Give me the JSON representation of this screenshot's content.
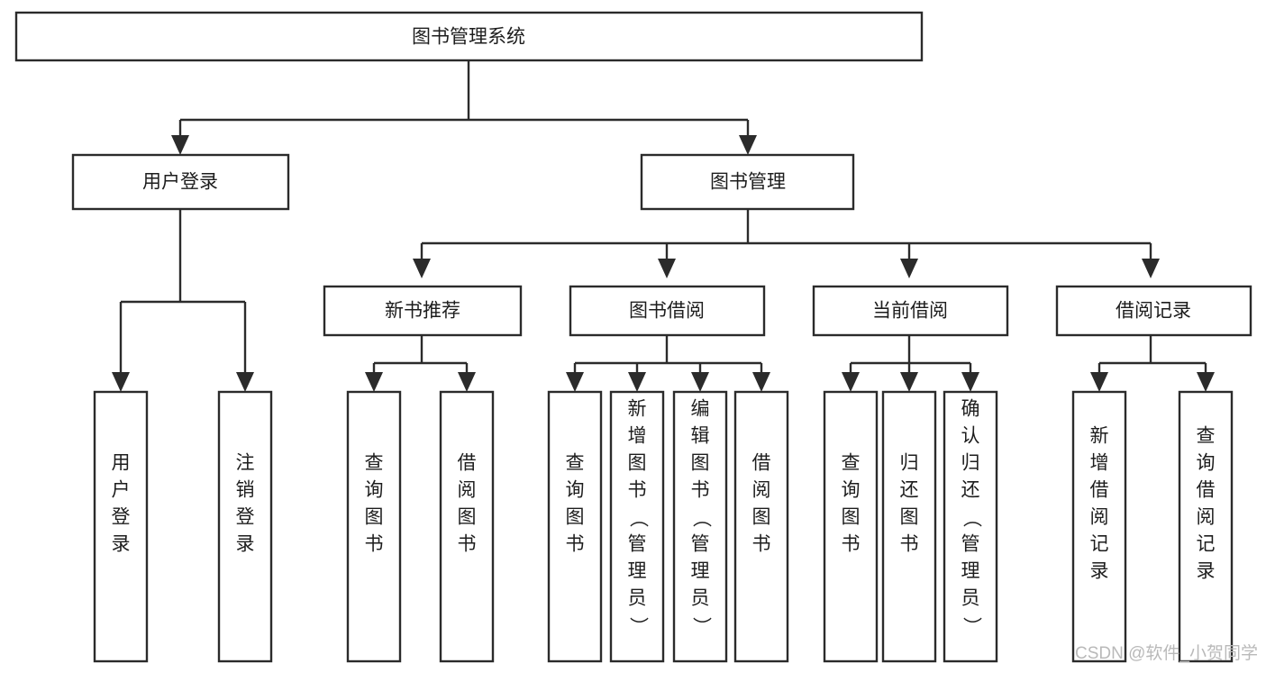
{
  "diagram": {
    "title": "图书管理系统",
    "type": "tree-hierarchy-chart",
    "orientation": "top-down",
    "background_color": "#ffffff",
    "line_color": "#2b2b2b",
    "text_color": "#1d1d1d",
    "root": {
      "label": "图书管理系统"
    },
    "level2": [
      {
        "label": "用户登录"
      },
      {
        "label": "图书管理"
      }
    ],
    "level3": [
      {
        "label": "新书推荐"
      },
      {
        "label": "图书借阅"
      },
      {
        "label": "当前借阅"
      },
      {
        "label": "借阅记录"
      }
    ],
    "leaves": {
      "user_login": [
        {
          "label": "用户登录"
        },
        {
          "label": "注销登录"
        }
      ],
      "new_book_recommend": [
        {
          "label": "查询图书"
        },
        {
          "label": "借阅图书"
        }
      ],
      "book_borrow": [
        {
          "label": "查询图书"
        },
        {
          "label": "新增图书（管理员）"
        },
        {
          "label": "编辑图书（管理员）"
        },
        {
          "label": "借阅图书"
        }
      ],
      "current_borrow": [
        {
          "label": "查询图书"
        },
        {
          "label": "归还图书"
        },
        {
          "label": "确认归还（管理员）"
        }
      ],
      "borrow_record": [
        {
          "label": "新增借阅记录"
        },
        {
          "label": "查询借阅记录"
        }
      ]
    }
  },
  "watermark": {
    "text": "CSDN @软件_小贺同学"
  }
}
